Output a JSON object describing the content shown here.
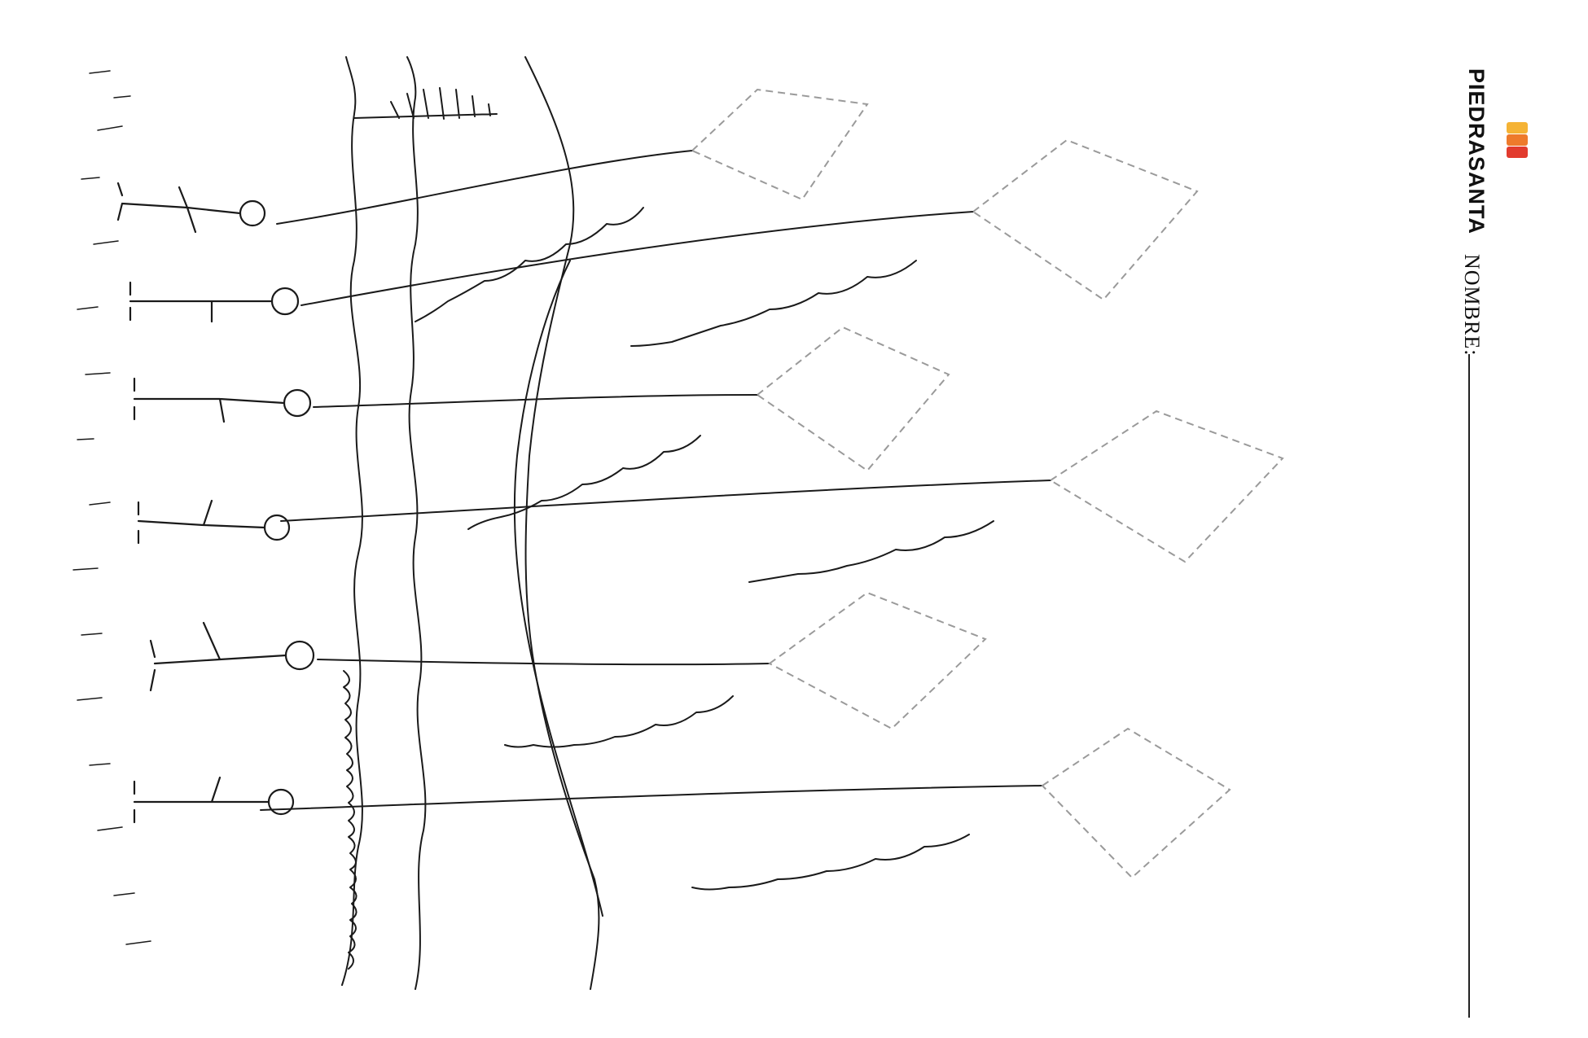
{
  "brand": {
    "name": "PIEDRASANTA",
    "logo_colors": [
      "#f5b335",
      "#ee7a2b",
      "#e23b2e"
    ]
  },
  "form": {
    "name_label": "NOMBRE:"
  },
  "worksheet": {
    "children": 6,
    "kites": 6,
    "ink": "#1a1a1a",
    "dash_color": "#9a9a9a"
  }
}
